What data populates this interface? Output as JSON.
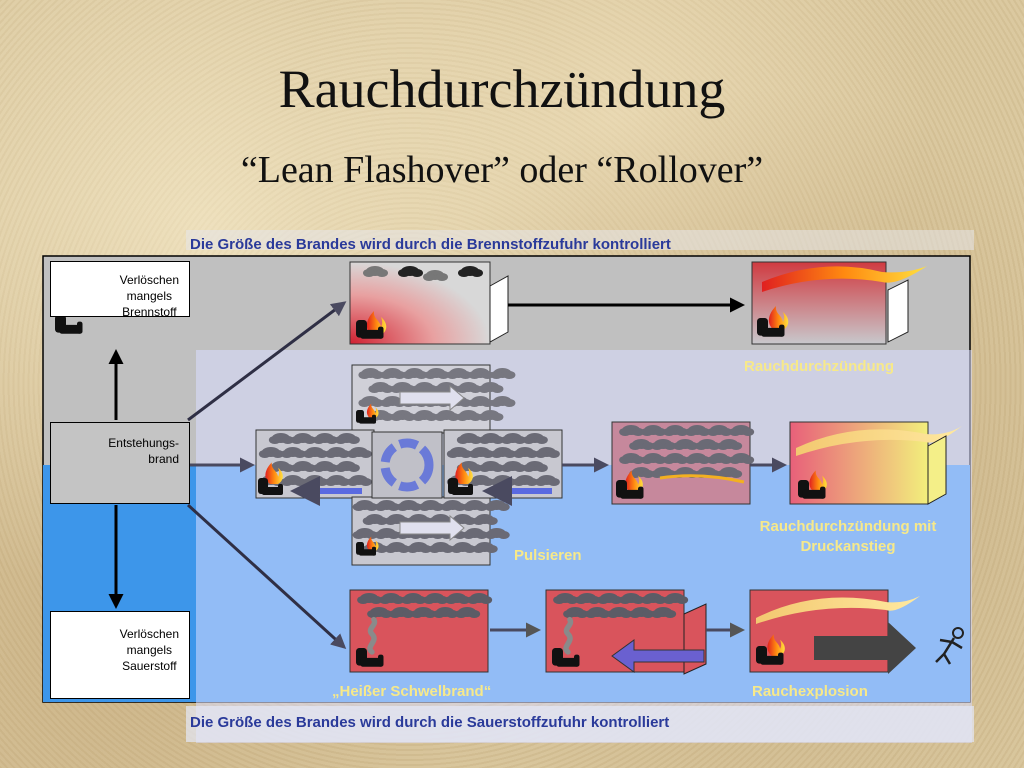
{
  "title": "Rauchdurchzündung",
  "subtitle": "“Lean Flashover” oder “Rollover”",
  "top_banner": "Die Größe des Brandes wird durch die Brennstoffzufuhr kontrolliert",
  "bottom_banner": "Die Größe des Brandes wird durch die Sauerstoffzufuhr kontrolliert",
  "boxes": {
    "brennstoff": [
      "Verlöschen",
      "mangels",
      "Brennstoff"
    ],
    "entstehung": [
      "Entstehungs-",
      "brand"
    ],
    "sauerstoff": [
      "Verlöschen",
      "mangels",
      "Sauerstoff"
    ]
  },
  "captions": {
    "rauchdurchzuendung": "Rauchdurchzündung",
    "pulsieren": "Pulsieren",
    "druckanstieg_line1": "Rauchdurchzündung mit",
    "druckanstieg_line2": "Druckanstieg",
    "schwelbrand": "„Heißer Schwelbrand“",
    "rauchexplosion": "Rauchexplosion"
  },
  "colors": {
    "grey_zone": "#c0c0c0",
    "blue_zone": "#3d96ea",
    "overlay": "#d8dcff",
    "caption_yellow": "#f7e98a",
    "caption_blue": "#1b4fc4",
    "box_red": "#d9545c",
    "smoke": "#555560"
  },
  "icons": [
    "smoke-icon",
    "flame-icon",
    "armchair-icon",
    "cloud-icon",
    "arrow-icon",
    "circular-arrows-icon",
    "stick-figure-icon"
  ]
}
